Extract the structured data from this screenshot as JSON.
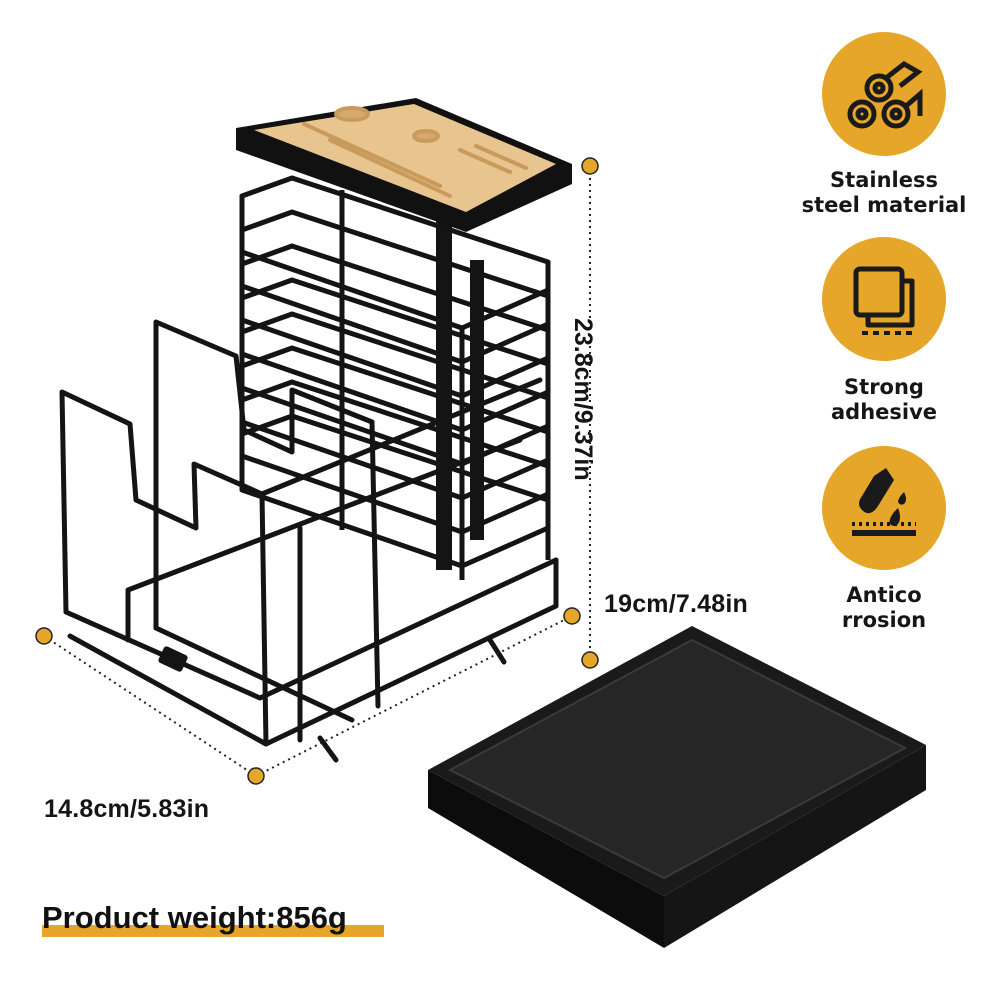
{
  "dimensions": {
    "height": "23.8cm/9.37in",
    "width": "19cm/7.48in",
    "depth": "14.8cm/5.83in"
  },
  "features": [
    {
      "icon": "logs-icon",
      "line1": "Stainless",
      "line2": "steel material"
    },
    {
      "icon": "adhesive-square-icon",
      "line1": "Strong",
      "line2": "adhesive"
    },
    {
      "icon": "corrosion-icon",
      "line1": "Antico",
      "line2": "rrosion"
    }
  ],
  "weight_text": "Product weight:856g",
  "colors": {
    "accent": "#e5a629",
    "metal": "#111111",
    "bamboo": "#e8c48e"
  }
}
